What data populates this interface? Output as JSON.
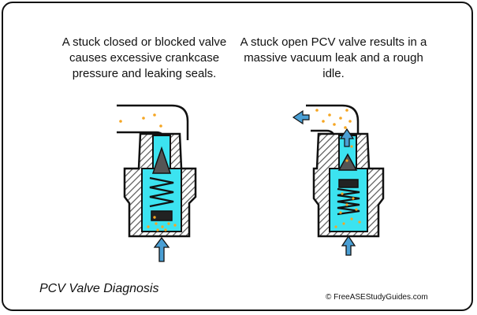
{
  "captions": {
    "stuck_closed": "A stuck closed or blocked valve causes excessive crankcase pressure and leaking seals.",
    "stuck_open": "A stuck open PCV valve results in a massive vacuum leak and a rough idle."
  },
  "title": "PCV Valve Diagnosis",
  "credit": "© FreeASEStudyGuides.com",
  "colors": {
    "cyan_fluid": "#3ce3f0",
    "hatch": "#555555",
    "airflow_arrow": "#4a9fd4",
    "droplet": "#f5a623",
    "metal": "#d6d6d6"
  }
}
